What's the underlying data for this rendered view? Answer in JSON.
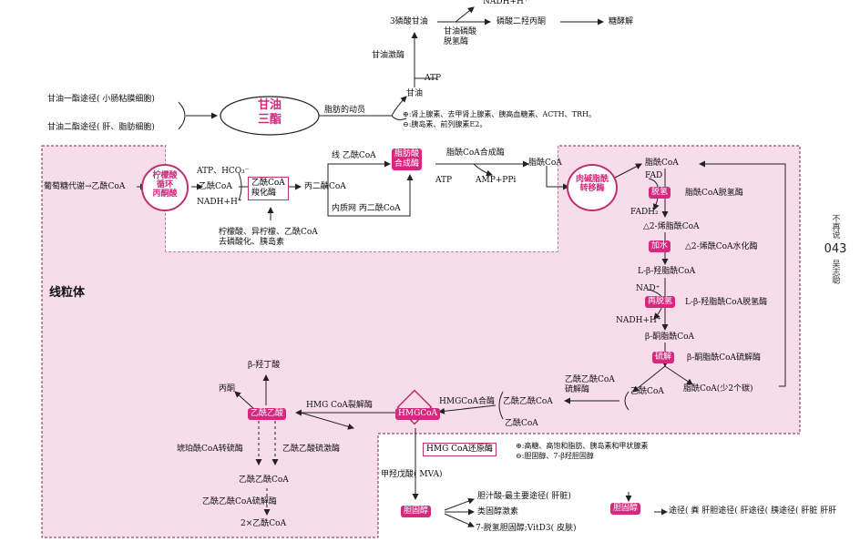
{
  "top_chain": {
    "nadh": "NADH+H⁺",
    "g3p": "3磷酸甘油",
    "g3p_dh": "甘油磷酸\n脱氢酶",
    "dhap": "磷酸二羟丙酮",
    "glycolysis": "糖酵解",
    "glycerol_kinase": "甘油激酶",
    "atp": "ATP",
    "glycerol": "甘油"
  },
  "tg": {
    "route1": "甘油一酯途径( 小肠粘膜细胞)",
    "route2": "甘油二酯途径( 肝、脂肪细胞)",
    "label": "甘油\n三酯",
    "mobilization": "脂肪的动员",
    "pos_regulators": "⊕:肾上腺素、去甲肾上腺素、胰高血糖素、ACTH、TRH。",
    "neg_regulators": "⊖:胰岛素、前列腺素E2。"
  },
  "synthesis": {
    "glucose_to_acetyl": "葡萄糖代谢→乙酰CoA",
    "citrate_shuttle": "柠檬酸\n循环\n丙酮酸",
    "atp_hco3": "ATP、HCO₃⁻",
    "acetyl_coa": "乙酰CoA",
    "nadph": "NADH+H⁺",
    "acc": "乙酰CoA\n羧化酶",
    "malonyl": "丙二酰CoA",
    "line_acetyl": "线 乙酰CoA",
    "er_malonyl": "内质网 丙二酰CoA",
    "acc_regulators": "柠檬酸、异柠檬、乙酰CoA\n去磷酸化、胰岛素",
    "fa_synthase": "脂肪酸\n合成酶",
    "acyl_synthetase": "脂酰CoA合成酶",
    "atp2": "ATP",
    "amp_ppi": "AMP+PPi",
    "acyl_coa": "脂酰CoA",
    "carnitine": "肉碱脂酰\n转移酶"
  },
  "beta_ox": {
    "mito_label": "线粒体",
    "acyl_coa": "脂酰CoA",
    "fad": "FAD",
    "dehydro": "脱氢",
    "acyl_dh": "脂酰CoA脱氢酶",
    "fadh2": "FADH₂",
    "enoyl": "△2-烯脂酰CoA",
    "hydration": "加水",
    "hydratase": "△2-烯酰CoA水化酶",
    "hydroxy": "L-β-羟脂酰CoA",
    "nad": "NAD⁺",
    "redehydro": "再脱氢",
    "hydroxy_dh": "L-β-羟脂酰CoA脱氢酶",
    "nadh": "NADH+H⁺",
    "keto": "β-酮脂酰CoA",
    "thiolysis": "硫解",
    "thiolase": "β-酮脂酰CoA硫解酶",
    "acyl_minus2": "脂酰CoA(少2个碳)",
    "acetyl_coa": "乙酰CoA"
  },
  "ketone": {
    "acac_thiolase": "乙酰乙酰CoA\n硫解酶",
    "acetoacetyl": "乙酰乙酰CoA",
    "acetyl_coa": "乙酰CoA",
    "hmg_synthase": "HMGCoA合酶",
    "hmgcoa": "HMGCoA",
    "hmg_lyase": "HMG CoA裂解酶",
    "acetoacetate": "乙酰乙酸",
    "bhb": "β-羟丁酸",
    "acetone": "丙酮",
    "succinyl_transferase": "琥珀酰CoA转硫酶",
    "thiokinase": "乙酰乙酸硫激酶",
    "acac_coa2": "乙酰乙酰CoA",
    "thiolase2": "乙酰乙酰CoA硫解酶",
    "two_acetyl": "2×乙酰CoA"
  },
  "cholesterol": {
    "hmg_reductase": "HMG CoA还原酶",
    "pos_reg": "⊕:高糖、高饱和脂肪、胰岛素和甲状腺素",
    "neg_reg": "⊖:胆固醇、7-β羟胆固醇",
    "mva": "甲羟戊酸( MVA)",
    "cholesterol": "胆固醇",
    "bile_acid": "胆汁酸-最主要途径( 肝脏)",
    "steroids": "类固醇激素",
    "vitd": "7-脱氢胆固醇;VitD3( 皮肤)",
    "cholesterol2": "胆固醇",
    "excretion": "途径( 粪  肝胆途径( 肝途径( 胰途径( 肝脏  肝肝"
  },
  "side": {
    "top": "不再说",
    "page": "043",
    "bottom": "吴志聪"
  }
}
